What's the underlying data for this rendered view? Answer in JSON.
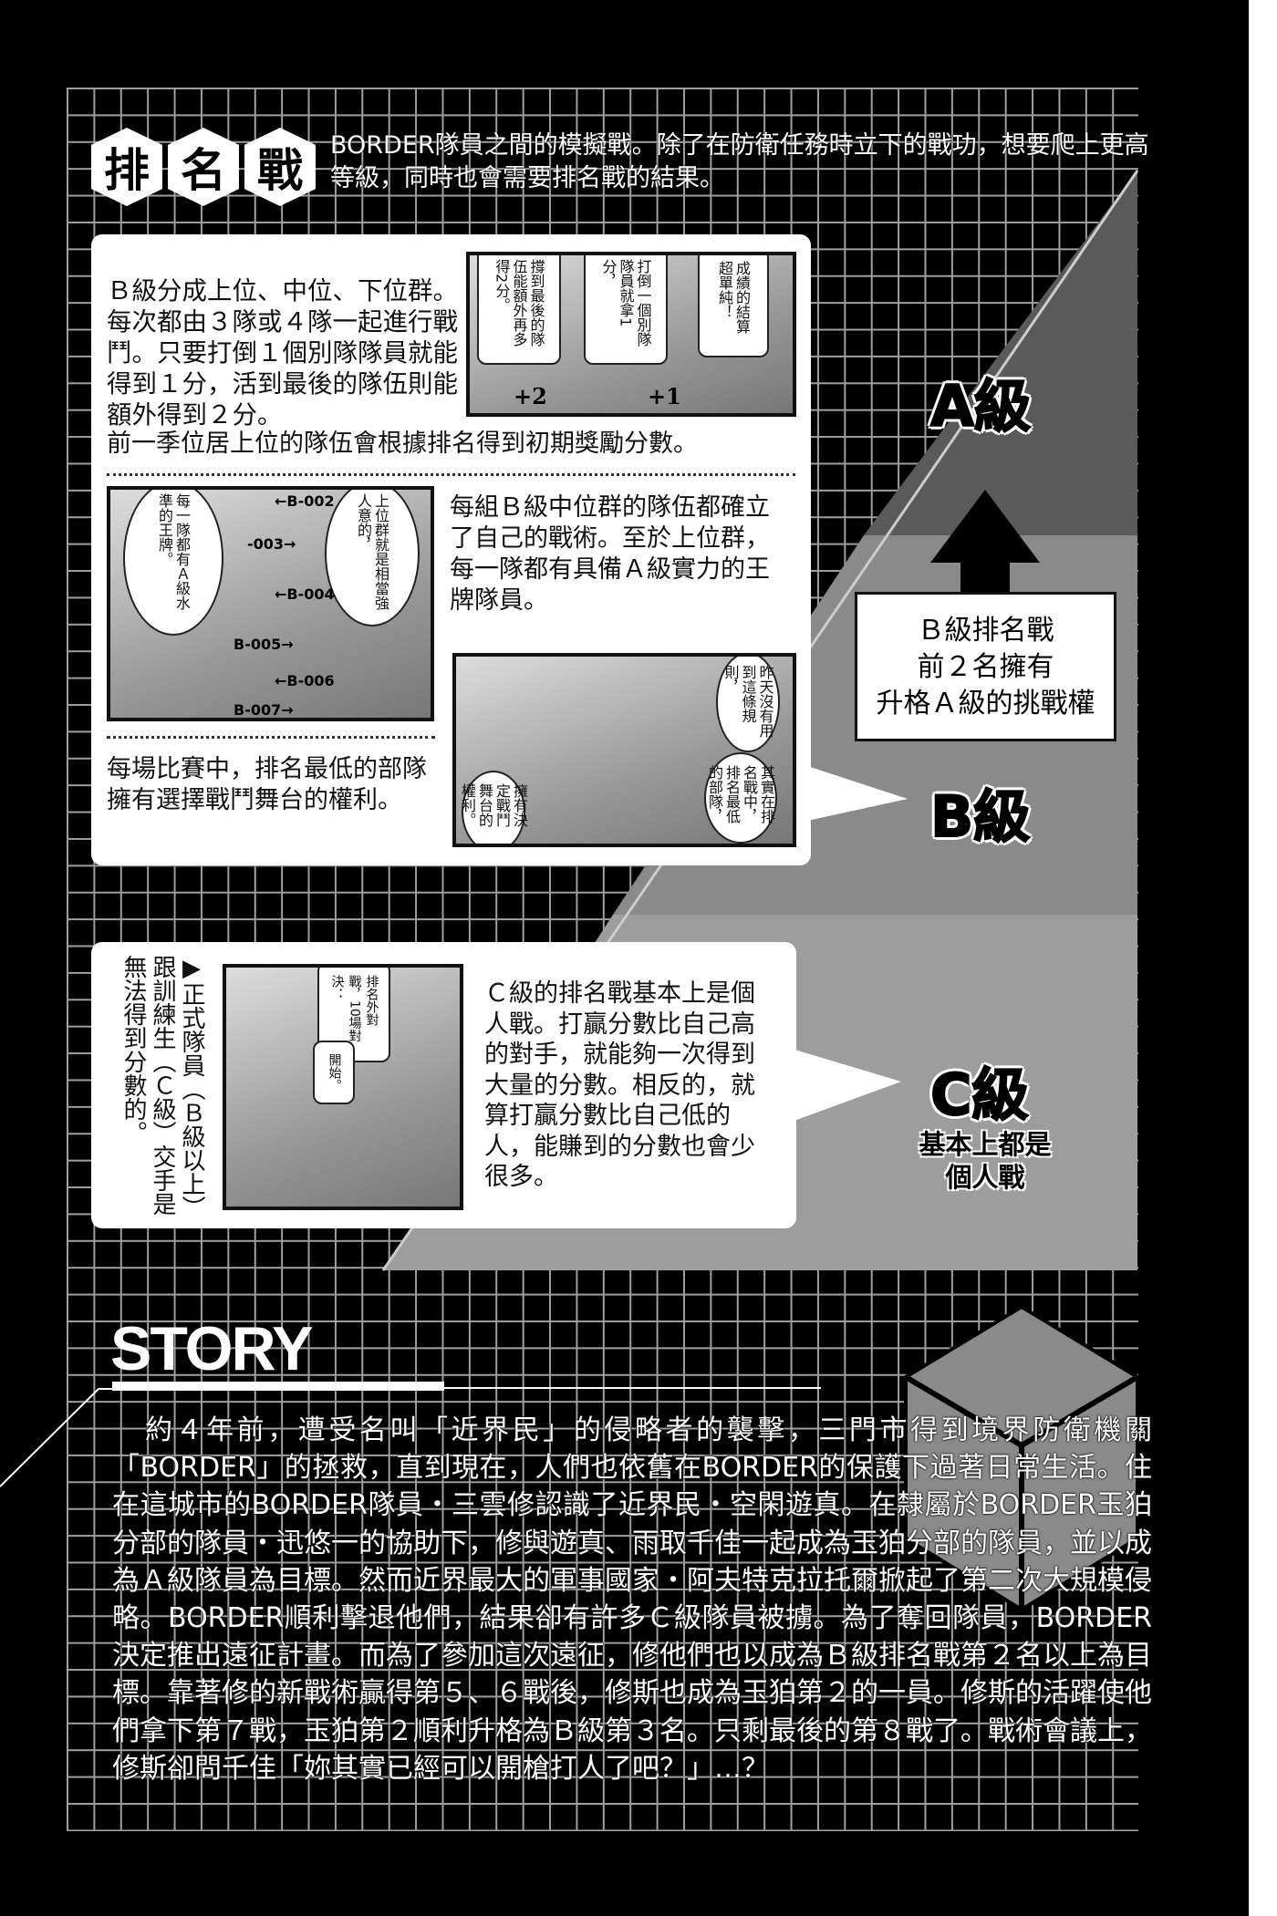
{
  "header": {
    "title_chars": [
      "排",
      "名",
      "戰"
    ],
    "intro": "BORDER隊員之間的模擬戰。除了在防衛任務時立下的戰功，想要爬上更高等級，同時也會需要排名戰的結果。"
  },
  "b_rank_panel": {
    "intro_text": "Ｂ級分成上位、中位、下位群。每次都由３隊或４隊一起進行戰鬥。只要打倒１個別隊隊員就能得到１分，活到最後的隊伍則能額外得到２分。",
    "bonus_text": "前一季位居上位的隊伍會根據排名得到初期獎勵分數。",
    "comic1": {
      "bubbles": [
        "成績的結算超單純！",
        "打倒一個別隊隊員就拿1分，",
        "撐到最後的隊伍能額外再多得2分。"
      ],
      "scores": [
        "+2",
        "+1"
      ]
    },
    "middle_text": "每組Ｂ級中位群的隊伍都確立了自己的戰術。至於上位群，每一隊都有具備Ａ級實力的王牌隊員。",
    "comic2": {
      "bubbles": [
        "上位群就是相當強人意的，",
        "每一隊都有Ａ級水準的王牌。"
      ],
      "labels": [
        "←B-002",
        "-003→",
        "←B-004",
        "B-005→",
        "←B-006",
        "B-007→"
      ]
    },
    "stage_text": "每場比賽中，排名最低的部隊擁有選擇戰鬥舞台的權利。",
    "comic3": {
      "bubbles": [
        "昨天沒有用到這條規則，",
        "其實在排名戰中，排名最低的部隊，",
        "擁有決定戰鬥舞台的權利。"
      ]
    }
  },
  "c_rank_panel": {
    "caption": "▶正式隊員（Ｂ級以上）跟訓練生（Ｃ級）交手是無法得到分數的。",
    "comic": {
      "bubbles": [
        "排名外對戰，10場對決：",
        "開始。"
      ]
    },
    "text": "Ｃ級的排名戰基本上是個人戰。打贏分數比自己高的對手，就能夠一次得到大量的分數。相反的，就算打贏分數比自己低的人，能賺到的分數也會少很多。"
  },
  "pyramid": {
    "a_label": "A級",
    "b_label": "B級",
    "c_label": "C級",
    "c_sub": [
      "基本上都是",
      "個人戰"
    ],
    "promotion_box": [
      "Ｂ級排名戰",
      "前２名擁有",
      "升格Ａ級的挑戰權"
    ],
    "colors": {
      "a": "#5a5a5a",
      "b": "#8a8a8a",
      "c": "#9d9d9d"
    }
  },
  "story": {
    "title": "STORY",
    "text": "約４年前，遭受名叫「近界民」的侵略者的襲擊，三門市得到境界防衛機關「BORDER」的拯救，直到現在，人們也依舊在BORDER的保護下過著日常生活。住在這城市的BORDER隊員・三雲修認識了近界民・空閑遊真。在隸屬於BORDER玉狛分部的隊員・迅悠一的協助下，修與遊真、雨取千佳一起成為玉狛分部的隊員，並以成為Ａ級隊員為目標。然而近界最大的軍事國家・阿夫特克拉托爾掀起了第二次大規模侵略。BORDER順利擊退他們，結果卻有許多Ｃ級隊員被擄。為了奪回隊員，BORDER決定推出遠征計畫。而為了參加這次遠征，修他們也以成為Ｂ級排名戰第２名以上為目標。靠著修的新戰術贏得第５、６戰後，修斯也成為玉狛第２的一員。修斯的活躍使他們拿下第７戰，玉狛第２順利升格為Ｂ級第３名。只剩最後的第８戰了。戰術會議上，修斯卻問千佳「妳其實已經可以開槍打人了吧？」…？"
  }
}
